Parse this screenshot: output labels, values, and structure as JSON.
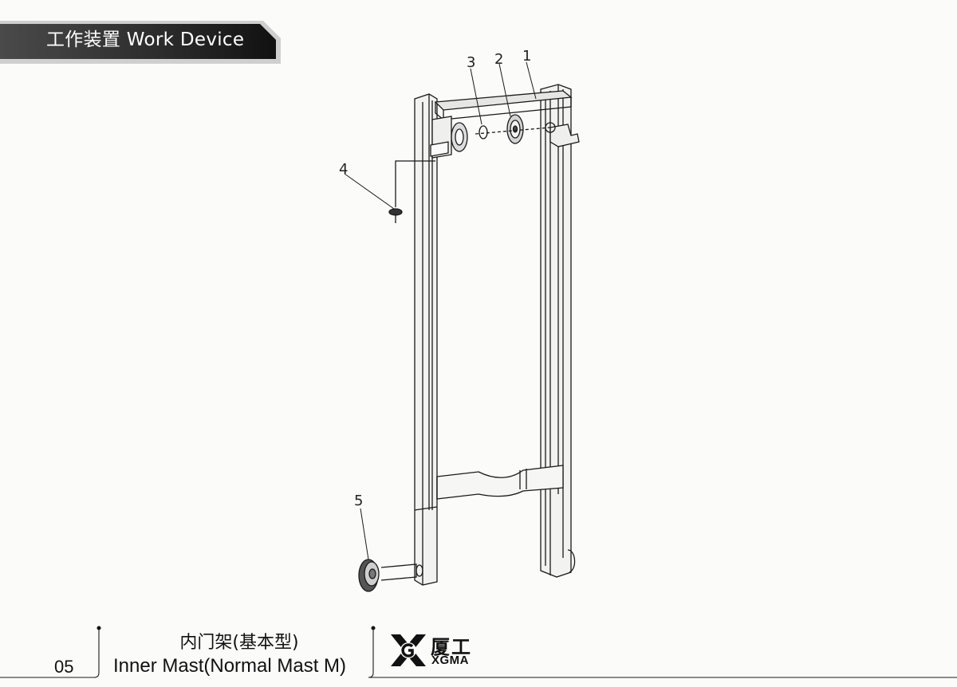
{
  "header": {
    "title": "工作装置 Work Device"
  },
  "callouts": [
    {
      "label": "1"
    },
    {
      "label": "2"
    },
    {
      "label": "3"
    },
    {
      "label": "4"
    },
    {
      "label": "5"
    }
  ],
  "footer": {
    "page_number": "05",
    "title_cn": "内门架(基本型)",
    "title_en": "Inner Mast(Normal Mast M)"
  },
  "logo": {
    "cn": "厦工",
    "en": "XGMA"
  }
}
